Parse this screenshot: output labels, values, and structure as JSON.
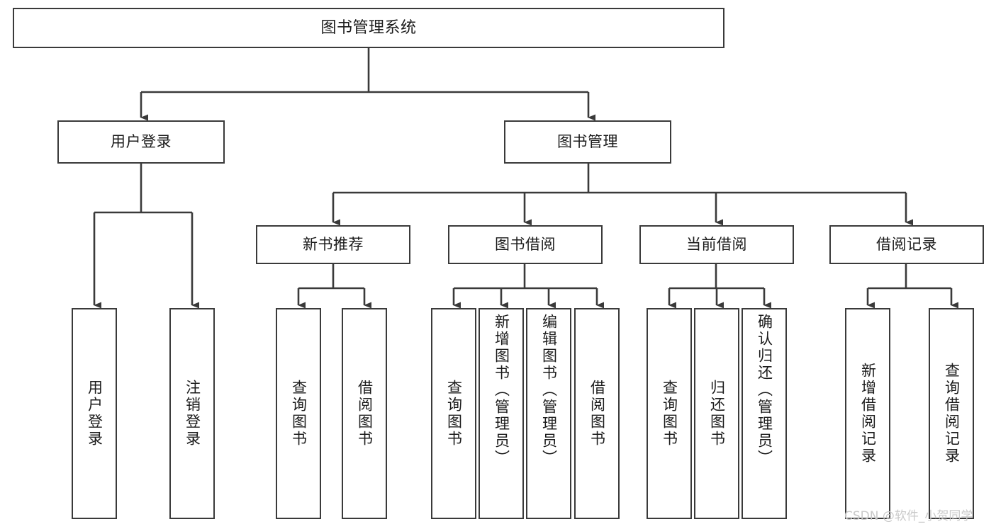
{
  "diagram": {
    "title": "图书管理系统",
    "type": "tree-hierarchy-diagram",
    "root": {
      "label": "图书管理系统"
    },
    "level2": [
      {
        "label": "用户登录"
      },
      {
        "label": "图书管理"
      }
    ],
    "level3": [
      {
        "label": "新书推荐"
      },
      {
        "label": "图书借阅"
      },
      {
        "label": "当前借阅"
      },
      {
        "label": "借阅记录"
      }
    ],
    "leaves": {
      "user_login": [
        {
          "label": "用户登录"
        },
        {
          "label": "注销登录"
        }
      ],
      "new_book_recommend": [
        {
          "label": "查询图书"
        },
        {
          "label": "借阅图书"
        }
      ],
      "book_borrow": [
        {
          "label": "查询图书"
        },
        {
          "label": "新增图书（管理员）"
        },
        {
          "label": "编辑图书（管理员）"
        },
        {
          "label": "借阅图书"
        }
      ],
      "current_borrow": [
        {
          "label": "查询图书"
        },
        {
          "label": "归还图书"
        },
        {
          "label": "确认归还（管理员）"
        }
      ],
      "borrow_record": [
        {
          "label": "新增借阅记录"
        },
        {
          "label": "查询借阅记录"
        }
      ]
    }
  },
  "watermark": {
    "text": "CSDN @软件_小贺同学"
  },
  "colors": {
    "stroke": "#3a3a3a",
    "background": "#ffffff",
    "text": "#1b1b1b",
    "watermark": "#c9c9c9"
  }
}
